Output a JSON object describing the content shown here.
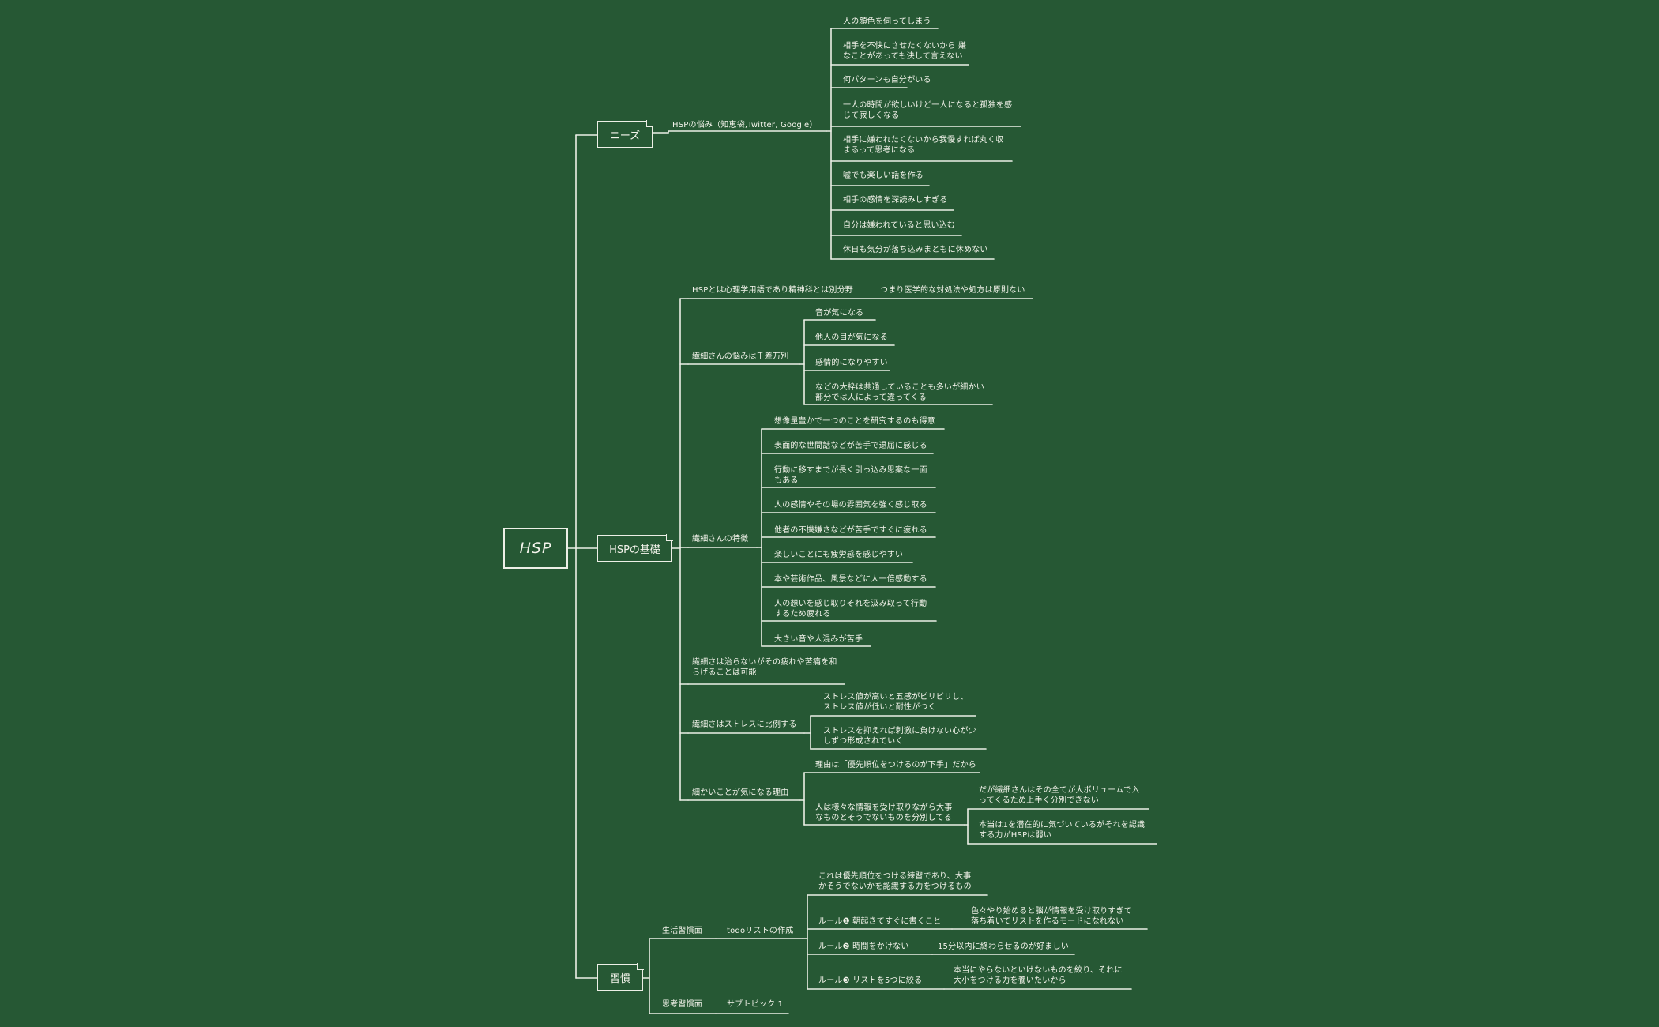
{
  "root": "HSP",
  "topics": {
    "needs": "ニーズ",
    "basics": "HSPの基礎",
    "habits": "習慣"
  },
  "needs": {
    "branch": "HSPの悩み（知恵袋,Twitter, Google）",
    "items": [
      "人の顔色を伺ってしまう",
      "相手を不快にさせたくないから 嫌\nなことがあっても決して言えない",
      "何パターンも自分がいる",
      "一人の時間が欲しいけど一人になると孤独を感\nじて寂しくなる",
      "相手に嫌われたくないから我慢すれば丸く収\nまるって思考になる",
      "嘘でも楽しい話を作る",
      "相手の感情を深読みしすぎる",
      "自分は嫌われていると思い込む",
      "休日も気分が落ち込みまともに休めない"
    ]
  },
  "basics": {
    "b1": "HSPとは心理学用語であり精神科とは別分野",
    "b1_child": "つまり医学的な対処法や処方は原則ない",
    "b2": "繊細さんの悩みは千差万別",
    "b2_items": [
      "音が気になる",
      "他人の目が気になる",
      "感情的になりやすい",
      "などの大枠は共通していることも多いが細かい\n部分では人によって違ってくる"
    ],
    "b3": "繊細さんの特徴",
    "b3_items": [
      "想像量豊かで一つのことを研究するのも得意",
      "表面的な世間話などが苦手で退屈に感じる",
      "行動に移すまでが長く引っ込み思案な一面\nもある",
      "人の感情やその場の雰囲気を強く感じ取る",
      "他者の不機嫌さなどが苦手ですぐに疲れる",
      "楽しいことにも疲労感を感じやすい",
      "本や芸術作品、風景などに人一倍感動する",
      "人の想いを感じ取りそれを汲み取って行動\nするため疲れる",
      "大きい音や人混みが苦手"
    ],
    "b4": "繊細さは治らないがその疲れや苦痛を和\nらげることは可能",
    "b5": "繊細さはストレスに比例する",
    "b5_items": [
      "ストレス値が高いと五感がピリピリし、\nストレス値が低いと耐性がつく",
      "ストレスを抑えれば刺激に負けない心が少\nしずつ形成されていく"
    ],
    "b6": "細かいことが気になる理由",
    "b6_items": [
      "理由は「優先順位をつけるのが下手」だから",
      "人は様々な情報を受け取りながら大事\nなものとそうでないものを分別してる"
    ],
    "b6_sub": [
      "だが繊細さんはその全てが大ボリュームで入\nってくるため上手く分別できない",
      "本当は1を潜在的に気づいているがそれを認識\nする力がHSPは弱い"
    ]
  },
  "habits": {
    "life": "生活習慣面",
    "todo": "todoリストの作成",
    "todo_note": "これは優先順位をつける練習であり、大事\nかそうでないかを認識する力をつけるもの",
    "rules": [
      "ルール❶ 朝起きてすぐに書くこと",
      "ルール❷ 時間をかけない",
      "ルール❸ リストを5つに絞る"
    ],
    "rule_notes": [
      "色々やり始めると脳が情報を受け取りすぎて\n落ち着いてリストを作るモードになれない",
      "15分以内に終わらせるのが好ましい",
      "本当にやらないといけないものを絞り、それに\n大小をつける力を養いたいから"
    ],
    "thinking": "思考習慣面",
    "subtopic": "サブトピック 1"
  }
}
